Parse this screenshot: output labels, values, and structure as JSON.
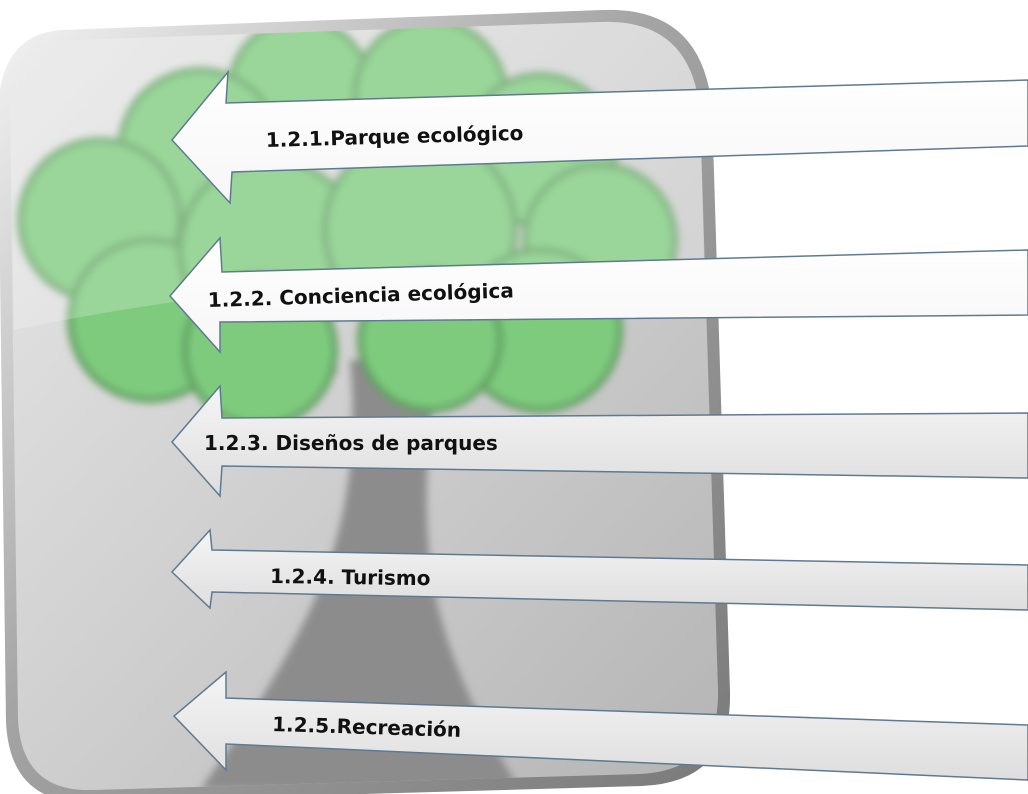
{
  "diagram": {
    "items": [
      {
        "label": "1.2.1.Parque ecológico"
      },
      {
        "label": "1.2.2. Conciencia ecológica"
      },
      {
        "label": "1.2.3. Diseños de parques"
      },
      {
        "label": "1.2.4. Turismo"
      },
      {
        "label": "1.2.5.Recreación"
      }
    ]
  },
  "colors": {
    "tree_foliage": "#7ecb7e",
    "tree_trunk": "#8a8a8a",
    "panel_background": "#d4d4d4",
    "panel_frame": "#8f8f8f",
    "arrow_fill": "#ffffff",
    "arrow_fill_shaded": "#e9e9e9",
    "arrow_stroke": "#5f7a90"
  }
}
